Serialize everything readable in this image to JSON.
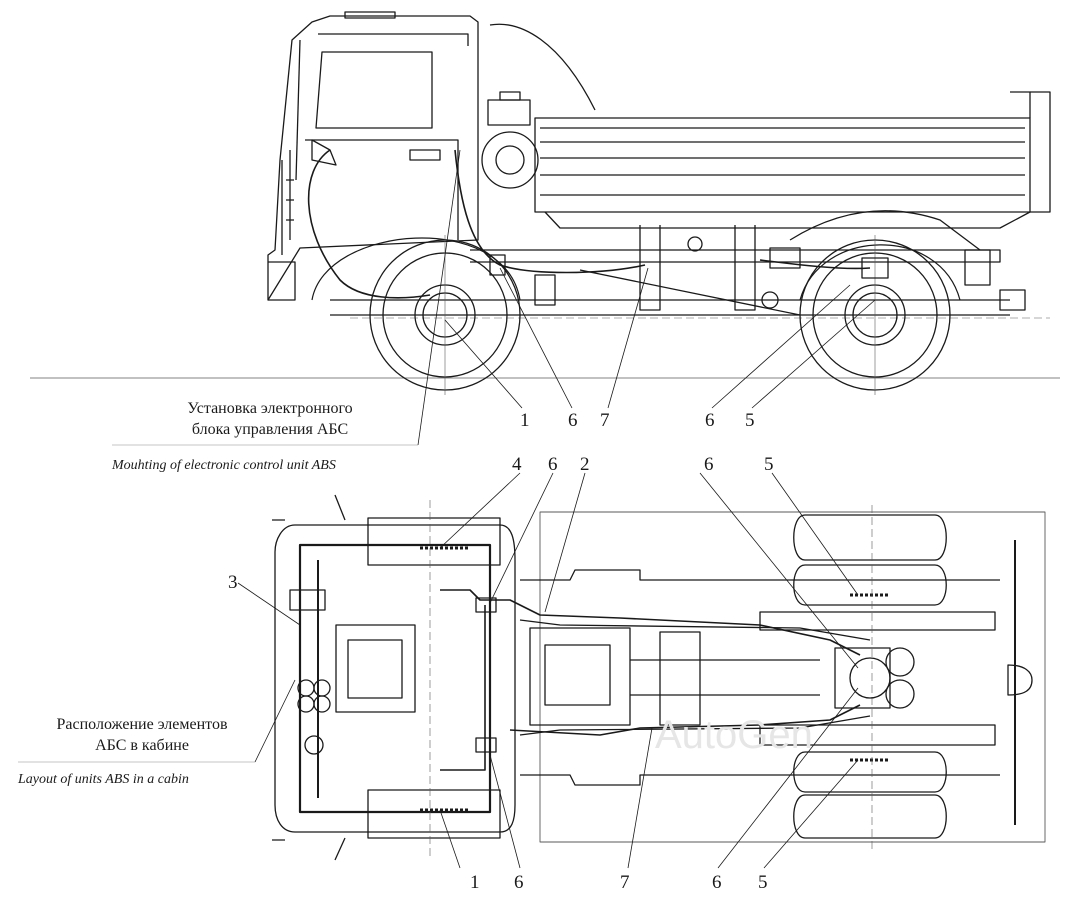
{
  "side_view": {
    "caption_ru_line1": "Установка электронного",
    "caption_ru_line2": "блока управления АБС",
    "caption_en": "Mouhting of electronic control unit ABS",
    "callouts": [
      "1",
      "6",
      "7",
      "6",
      "5"
    ]
  },
  "top_view": {
    "caption_ru_line1": "Расположение элементов",
    "caption_ru_line2": "АБС в кабине",
    "caption_en": "Layout of units ABS in a cabin",
    "callouts_top": [
      "4",
      "6",
      "2",
      "3",
      "6",
      "5"
    ],
    "callouts_bottom": [
      "1",
      "6",
      "7",
      "6",
      "5"
    ]
  },
  "watermark": "AutoGen",
  "colors": {
    "line": "#1a1a1a",
    "thin": "#5a5a5a",
    "watermark": "#e6e6e6"
  }
}
